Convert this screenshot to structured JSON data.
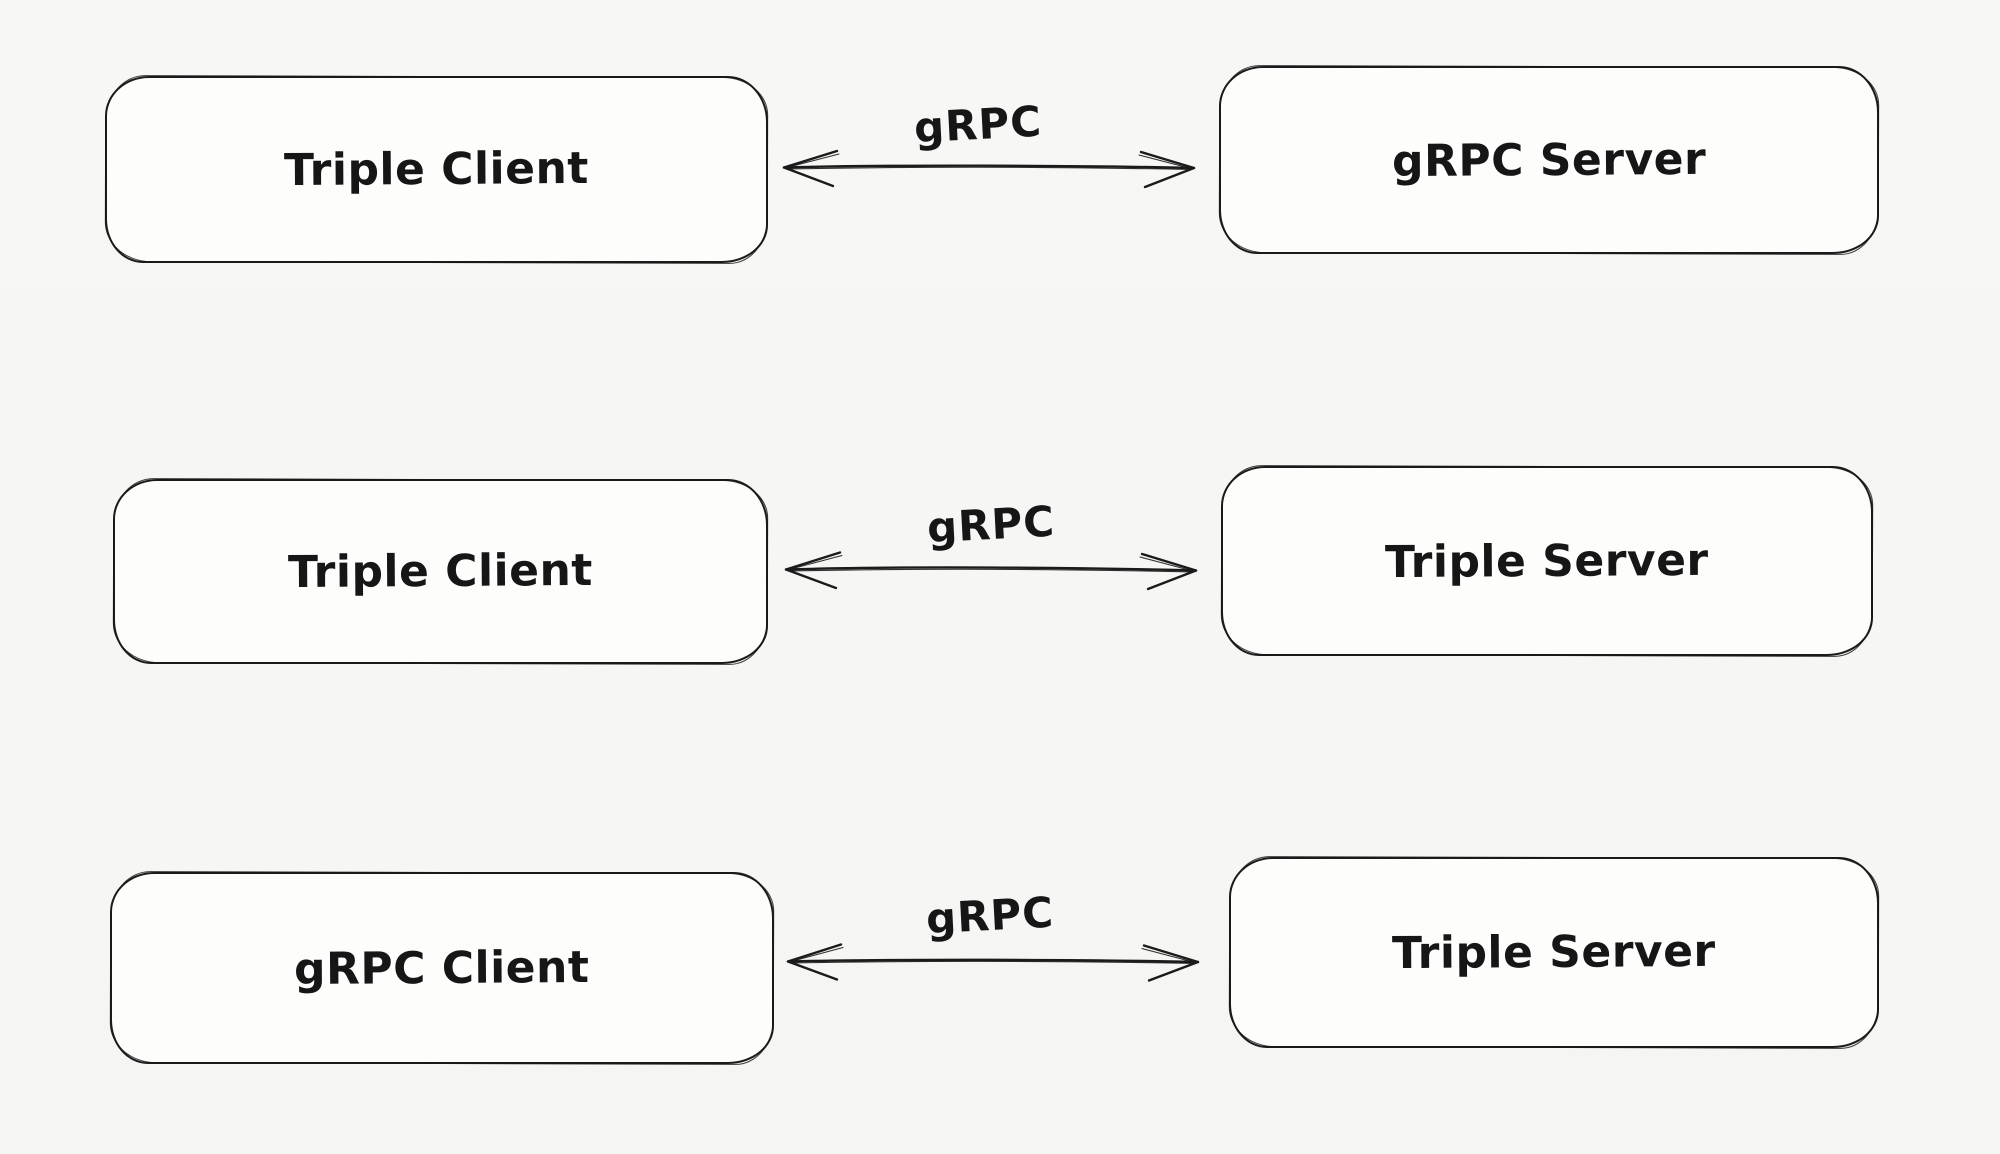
{
  "diagram": {
    "background_color": "#f7f7f5",
    "ink_color": "#1b1b1b",
    "node_fill_color": "#fdfdfc",
    "style": "hand-drawn-sketch",
    "rows": [
      {
        "left_node": "Triple Client",
        "connection_label": "gRPC",
        "connection_type": "bidirectional-arrow",
        "right_node": "gRPC Server"
      },
      {
        "left_node": "Triple Client",
        "connection_label": "gRPC",
        "connection_type": "bidirectional-arrow",
        "right_node": "Triple Server"
      },
      {
        "left_node": "gRPC Client",
        "connection_label": "gRPC",
        "connection_type": "bidirectional-arrow",
        "right_node": "Triple Server"
      }
    ]
  }
}
